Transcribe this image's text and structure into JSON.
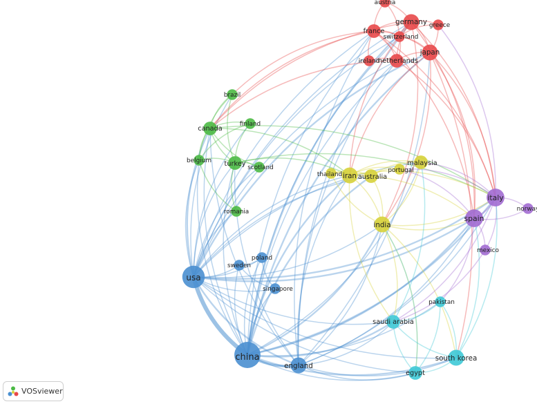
{
  "app": {
    "name": "VOSviewer"
  },
  "cluster_colors": {
    "red": "#e8494a",
    "green": "#4cba45",
    "blue": "#4a8fd0",
    "yellow": "#d7d23a",
    "purple": "#a26bd1",
    "cyan": "#3ec9d6"
  },
  "nodes": [
    {
      "id": "austria",
      "label": "austria",
      "cluster": "red",
      "weight": 1
    },
    {
      "id": "germany",
      "label": "germany",
      "cluster": "red",
      "weight": 3
    },
    {
      "id": "greece",
      "label": "greece",
      "cluster": "red",
      "weight": 1
    },
    {
      "id": "france",
      "label": "france",
      "cluster": "red",
      "weight": 2
    },
    {
      "id": "switzerland",
      "label": "switzerland",
      "cluster": "red",
      "weight": 1
    },
    {
      "id": "japan",
      "label": "japan",
      "cluster": "red",
      "weight": 3
    },
    {
      "id": "ireland",
      "label": "ireland",
      "cluster": "red",
      "weight": 1
    },
    {
      "id": "netherlands",
      "label": "netherlands",
      "cluster": "red",
      "weight": 2
    },
    {
      "id": "brazil",
      "label": "brazil",
      "cluster": "green",
      "weight": 1
    },
    {
      "id": "canada",
      "label": "canada",
      "cluster": "green",
      "weight": 2
    },
    {
      "id": "finland",
      "label": "finland",
      "cluster": "green",
      "weight": 1
    },
    {
      "id": "belgium",
      "label": "belgium",
      "cluster": "green",
      "weight": 1
    },
    {
      "id": "turkey",
      "label": "turkey",
      "cluster": "green",
      "weight": 2
    },
    {
      "id": "scotland",
      "label": "scotland",
      "cluster": "green",
      "weight": 1
    },
    {
      "id": "romania",
      "label": "romania",
      "cluster": "green",
      "weight": 1
    },
    {
      "id": "thailand",
      "label": "thailand",
      "cluster": "yellow",
      "weight": 1
    },
    {
      "id": "iran",
      "label": "iran",
      "cluster": "yellow",
      "weight": 3
    },
    {
      "id": "australia",
      "label": "australia",
      "cluster": "yellow",
      "weight": 2
    },
    {
      "id": "portugal",
      "label": "portugal",
      "cluster": "yellow",
      "weight": 1
    },
    {
      "id": "malaysia",
      "label": "malaysia",
      "cluster": "yellow",
      "weight": 2
    },
    {
      "id": "india",
      "label": "india",
      "cluster": "yellow",
      "weight": 3
    },
    {
      "id": "italy",
      "label": "italy",
      "cluster": "purple",
      "weight": 4
    },
    {
      "id": "norway",
      "label": "norway",
      "cluster": "purple",
      "weight": 1
    },
    {
      "id": "spain",
      "label": "spain",
      "cluster": "purple",
      "weight": 4
    },
    {
      "id": "mexico",
      "label": "mexico",
      "cluster": "purple",
      "weight": 1
    },
    {
      "id": "usa",
      "label": "usa",
      "cluster": "blue",
      "weight": 7
    },
    {
      "id": "poland",
      "label": "poland",
      "cluster": "blue",
      "weight": 1
    },
    {
      "id": "sweden",
      "label": "sweden",
      "cluster": "blue",
      "weight": 1
    },
    {
      "id": "singapore",
      "label": "singapore",
      "cluster": "blue",
      "weight": 1
    },
    {
      "id": "china",
      "label": "china",
      "cluster": "blue",
      "weight": 10
    },
    {
      "id": "england",
      "label": "england",
      "cluster": "blue",
      "weight": 3
    },
    {
      "id": "pakistan",
      "label": "pakistan",
      "cluster": "cyan",
      "weight": 1
    },
    {
      "id": "saudi-arabia",
      "label": "saudi arabia",
      "cluster": "cyan",
      "weight": 2
    },
    {
      "id": "south-korea",
      "label": "south korea",
      "cluster": "cyan",
      "weight": 3
    },
    {
      "id": "egypt",
      "label": "egypt",
      "cluster": "cyan",
      "weight": 2
    }
  ],
  "edges": [
    [
      "china",
      "usa",
      6
    ],
    [
      "china",
      "england",
      3
    ],
    [
      "china",
      "india",
      2
    ],
    [
      "china",
      "iran",
      2
    ],
    [
      "china",
      "italy",
      2
    ],
    [
      "china",
      "spain",
      2
    ],
    [
      "china",
      "south-korea",
      2
    ],
    [
      "china",
      "saudi-arabia",
      2
    ],
    [
      "china",
      "egypt",
      1
    ],
    [
      "china",
      "germany",
      2
    ],
    [
      "china",
      "japan",
      2
    ],
    [
      "china",
      "france",
      1
    ],
    [
      "china",
      "canada",
      1
    ],
    [
      "china",
      "australia",
      2
    ],
    [
      "china",
      "pakistan",
      1
    ],
    [
      "china",
      "netherlands",
      1
    ],
    [
      "china",
      "malaysia",
      1
    ],
    [
      "china",
      "turkey",
      1
    ],
    [
      "china",
      "belgium",
      1
    ],
    [
      "china",
      "singapore",
      1
    ],
    [
      "china",
      "poland",
      1
    ],
    [
      "china",
      "sweden",
      1
    ],
    [
      "china",
      "switzerland",
      1
    ],
    [
      "usa",
      "england",
      2
    ],
    [
      "usa",
      "india",
      1
    ],
    [
      "usa",
      "iran",
      1
    ],
    [
      "usa",
      "italy",
      2
    ],
    [
      "usa",
      "spain",
      2
    ],
    [
      "usa",
      "germany",
      1
    ],
    [
      "usa",
      "japan",
      2
    ],
    [
      "usa",
      "canada",
      2
    ],
    [
      "usa",
      "france",
      1
    ],
    [
      "usa",
      "turkey",
      1
    ],
    [
      "usa",
      "belgium",
      1
    ],
    [
      "usa",
      "brazil",
      1
    ],
    [
      "usa",
      "australia",
      1
    ],
    [
      "usa",
      "south-korea",
      1
    ],
    [
      "usa",
      "saudi-arabia",
      1
    ],
    [
      "usa",
      "poland",
      1
    ],
    [
      "usa",
      "sweden",
      1
    ],
    [
      "usa",
      "netherlands",
      1
    ],
    [
      "usa",
      "switzerland",
      1
    ],
    [
      "usa",
      "finland",
      1
    ],
    [
      "usa",
      "singapore",
      1
    ],
    [
      "usa",
      "malaysia",
      1
    ],
    [
      "usa",
      "egypt",
      1
    ],
    [
      "usa",
      "scotland",
      1
    ],
    [
      "usa",
      "romania",
      1
    ],
    [
      "england",
      "india",
      1
    ],
    [
      "england",
      "italy",
      1
    ],
    [
      "england",
      "iran",
      1
    ],
    [
      "england",
      "germany",
      1
    ],
    [
      "england",
      "japan",
      1
    ],
    [
      "england",
      "south-korea",
      1
    ],
    [
      "england",
      "saudi-arabia",
      1
    ],
    [
      "england",
      "egypt",
      1
    ],
    [
      "england",
      "spain",
      1
    ],
    [
      "england",
      "france",
      1
    ],
    [
      "england",
      "netherlands",
      1
    ],
    [
      "england",
      "canada",
      1
    ],
    [
      "england",
      "turkey",
      1
    ],
    [
      "germany",
      "france",
      1
    ],
    [
      "germany",
      "switzerland",
      1
    ],
    [
      "germany",
      "netherlands",
      1
    ],
    [
      "germany",
      "japan",
      1
    ],
    [
      "germany",
      "austria",
      1
    ],
    [
      "germany",
      "greece",
      1
    ],
    [
      "germany",
      "italy",
      1
    ],
    [
      "germany",
      "spain",
      1
    ],
    [
      "germany",
      "canada",
      1
    ],
    [
      "germany",
      "iran",
      1
    ],
    [
      "germany",
      "india",
      1
    ],
    [
      "france",
      "switzerland",
      1
    ],
    [
      "france",
      "netherlands",
      1
    ],
    [
      "france",
      "japan",
      1
    ],
    [
      "france",
      "italy",
      1
    ],
    [
      "france",
      "spain",
      1
    ],
    [
      "france",
      "canada",
      1
    ],
    [
      "france",
      "brazil",
      1
    ],
    [
      "france",
      "ireland",
      1
    ],
    [
      "france",
      "austria",
      1
    ],
    [
      "japan",
      "netherlands",
      1
    ],
    [
      "japan",
      "greece",
      1
    ],
    [
      "japan",
      "italy",
      1
    ],
    [
      "japan",
      "spain",
      1
    ],
    [
      "japan",
      "india",
      1
    ],
    [
      "japan",
      "iran",
      1
    ],
    [
      "japan",
      "south-korea",
      1
    ],
    [
      "japan",
      "switzerland",
      1
    ],
    [
      "netherlands",
      "ireland",
      1
    ],
    [
      "netherlands",
      "switzerland",
      1
    ],
    [
      "netherlands",
      "italy",
      1
    ],
    [
      "netherlands",
      "canada",
      1
    ],
    [
      "canada",
      "turkey",
      1
    ],
    [
      "canada",
      "belgium",
      1
    ],
    [
      "canada",
      "finland",
      1
    ],
    [
      "canada",
      "brazil",
      1
    ],
    [
      "canada",
      "iran",
      1
    ],
    [
      "canada",
      "italy",
      1
    ],
    [
      "canada",
      "scotland",
      1
    ],
    [
      "turkey",
      "belgium",
      1
    ],
    [
      "turkey",
      "iran",
      1
    ],
    [
      "turkey",
      "scotland",
      1
    ],
    [
      "turkey",
      "finland",
      1
    ],
    [
      "turkey",
      "romania",
      1
    ],
    [
      "turkey",
      "brazil",
      1
    ],
    [
      "turkey",
      "italy",
      1
    ],
    [
      "belgium",
      "romania",
      1
    ],
    [
      "belgium",
      "brazil",
      1
    ],
    [
      "belgium",
      "finland",
      1
    ],
    [
      "iran",
      "india",
      1
    ],
    [
      "iran",
      "australia",
      1
    ],
    [
      "iran",
      "malaysia",
      1
    ],
    [
      "iran",
      "thailand",
      1
    ],
    [
      "iran",
      "portugal",
      1
    ],
    [
      "iran",
      "italy",
      1
    ],
    [
      "iran",
      "spain",
      1
    ],
    [
      "iran",
      "saudi-arabia",
      1
    ],
    [
      "india",
      "australia",
      1
    ],
    [
      "india",
      "malaysia",
      1
    ],
    [
      "india",
      "italy",
      1
    ],
    [
      "india",
      "spain",
      1
    ],
    [
      "india",
      "saudi-arabia",
      1
    ],
    [
      "india",
      "south-korea",
      1
    ],
    [
      "india",
      "thailand",
      1
    ],
    [
      "india",
      "egypt",
      1
    ],
    [
      "australia",
      "malaysia",
      1
    ],
    [
      "australia",
      "thailand",
      1
    ],
    [
      "australia",
      "portugal",
      1
    ],
    [
      "italy",
      "spain",
      2
    ],
    [
      "italy",
      "norway",
      1
    ],
    [
      "italy",
      "mexico",
      1
    ],
    [
      "italy",
      "saudi-arabia",
      1
    ],
    [
      "italy",
      "portugal",
      1
    ],
    [
      "italy",
      "malaysia",
      1
    ],
    [
      "italy",
      "greece",
      1
    ],
    [
      "spain",
      "mexico",
      1
    ],
    [
      "spain",
      "norway",
      1
    ],
    [
      "spain",
      "portugal",
      1
    ],
    [
      "spain",
      "pakistan",
      1
    ],
    [
      "saudi-arabia",
      "egypt",
      1
    ],
    [
      "saudi-arabia",
      "pakistan",
      1
    ],
    [
      "saudi-arabia",
      "south-korea",
      1
    ],
    [
      "saudi-arabia",
      "malaysia",
      1
    ],
    [
      "south-korea",
      "egypt",
      1
    ],
    [
      "south-korea",
      "pakistan",
      1
    ],
    [
      "south-korea",
      "italy",
      1
    ],
    [
      "south-korea",
      "spain",
      1
    ],
    [
      "egypt",
      "pakistan",
      1
    ],
    [
      "egypt",
      "india",
      1
    ],
    [
      "poland",
      "sweden",
      1
    ],
    [
      "singapore",
      "sweden",
      1
    ],
    [
      "singapore",
      "poland",
      1
    ],
    [
      "mexico",
      "saudi-arabia",
      1
    ],
    [
      "austria",
      "switzerland",
      1
    ],
    [
      "greece",
      "switzerland",
      1
    ]
  ]
}
